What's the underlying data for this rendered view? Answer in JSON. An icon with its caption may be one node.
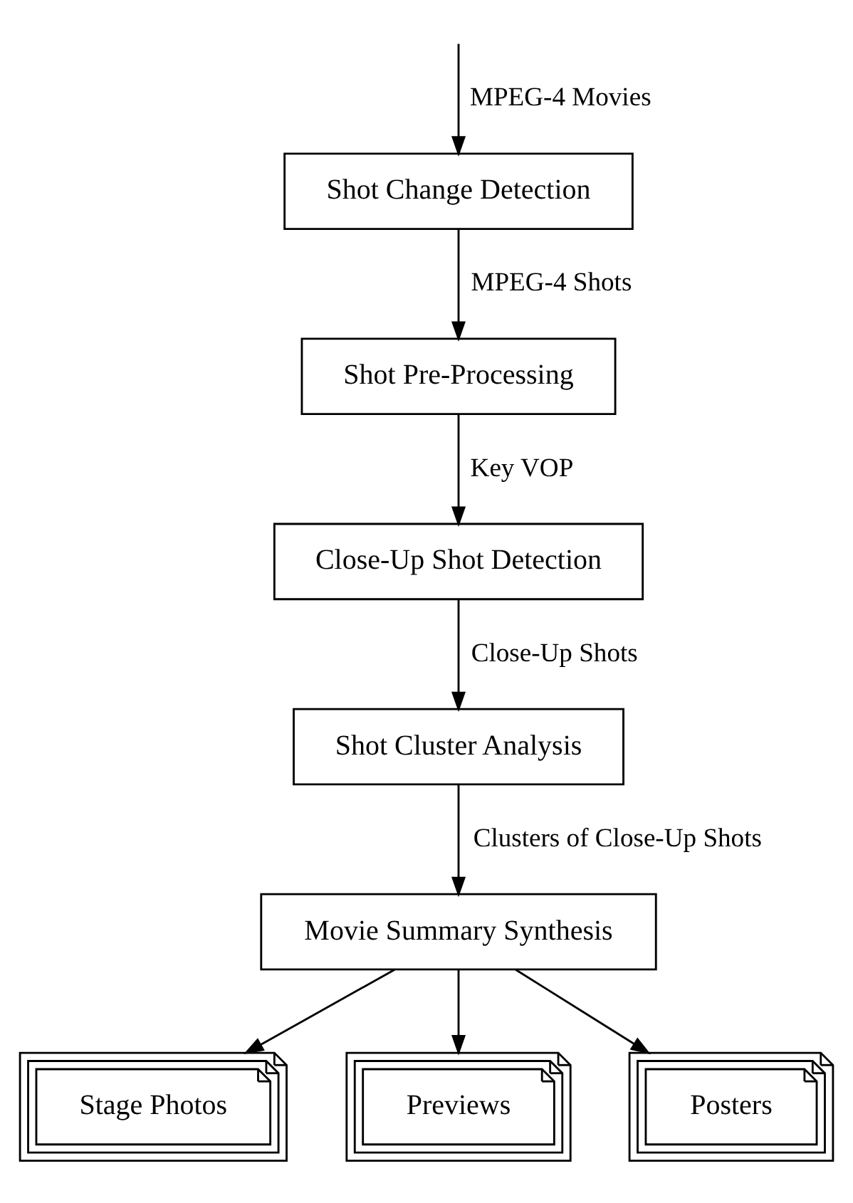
{
  "diagram": {
    "nodes": [
      {
        "text": [
          "Shot Change Detection"
        ]
      },
      {
        "text": [
          "Shot Pre-Processing"
        ]
      },
      {
        "text": [
          "Close-Up Shot Detection"
        ]
      },
      {
        "text": [
          "Shot Cluster Analysis"
        ]
      },
      {
        "text": [
          "Movie Summary Synthesis"
        ]
      },
      {
        "text": [
          "Stage Photos"
        ]
      },
      {
        "text": [
          "Previews"
        ]
      },
      {
        "text": [
          "Posters"
        ]
      }
    ],
    "edges": [
      {
        "from": null,
        "to": 0,
        "arrow": "to",
        "label": "MPEG-4 Movies"
      },
      {
        "from": 0,
        "to": 1,
        "arrow": "to",
        "label": "MPEG-4 Shots"
      },
      {
        "from": 1,
        "to": 2,
        "arrow": "to",
        "label": "Key VOP"
      },
      {
        "from": 2,
        "to": 3,
        "arrow": "to",
        "label": "Close-Up Shots"
      },
      {
        "from": 3,
        "to": 4,
        "arrow": "to",
        "label": "Clusters of Close-Up Shots"
      },
      {
        "from": 4,
        "to": 5,
        "arrow": "to"
      },
      {
        "from": 4,
        "to": 6,
        "arrow": "to"
      },
      {
        "from": 4,
        "to": 7,
        "arrow": "to"
      }
    ]
  }
}
